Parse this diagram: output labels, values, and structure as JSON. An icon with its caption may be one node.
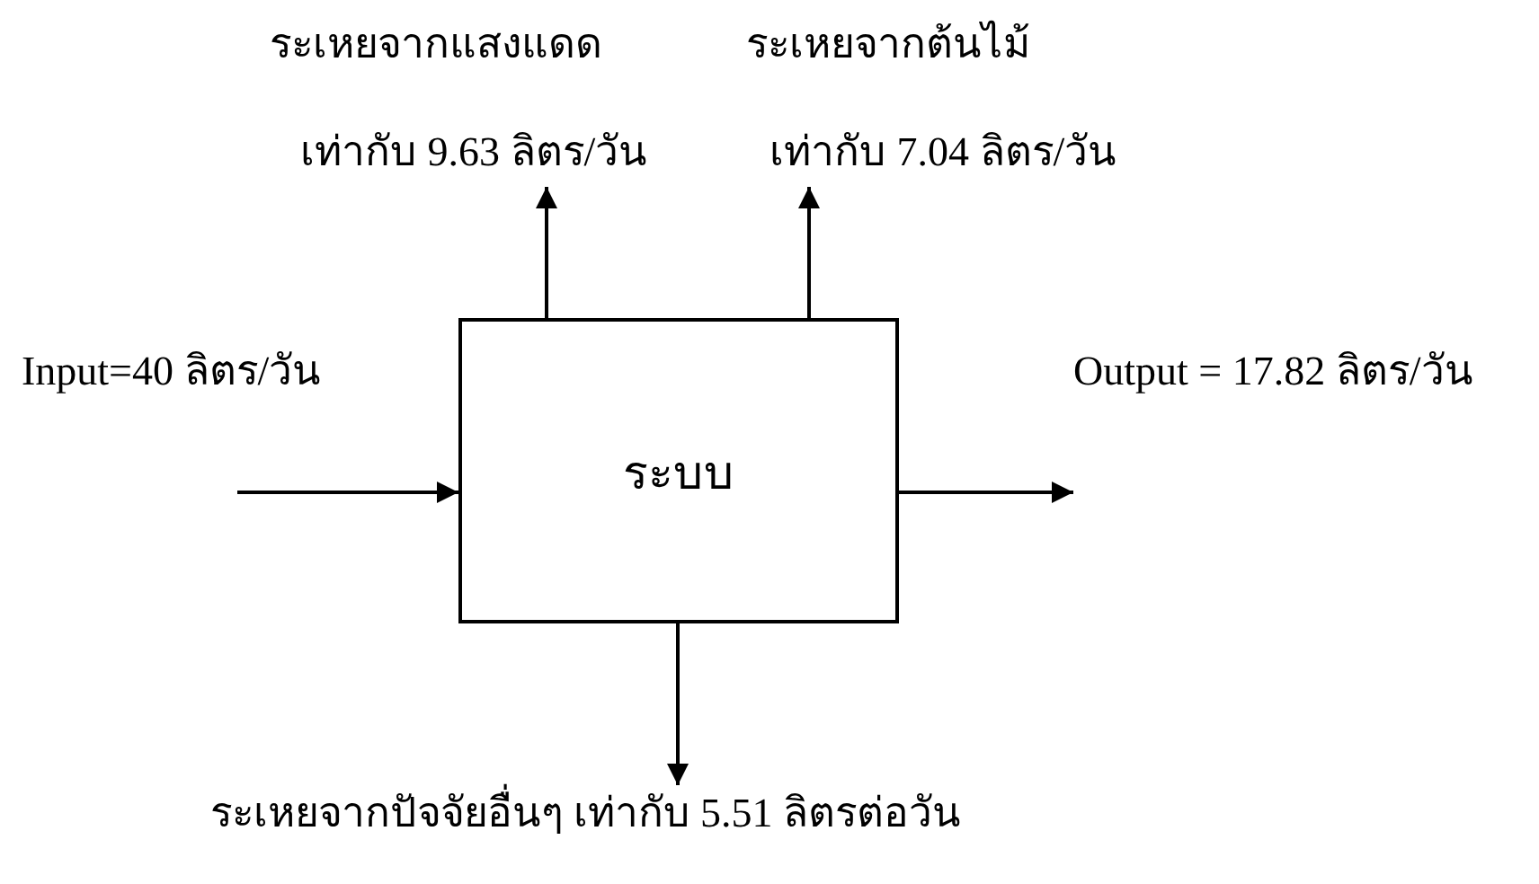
{
  "diagram": {
    "nodes": [
      {
        "text": [
          "ระบบ"
        ]
      },
      {
        "text": [
          "ระเหยจากแสงแดด",
          "เท่ากับ 9.63 ลิตร/วัน"
        ]
      },
      {
        "text": [
          "ระเหยจากต้นไม้",
          "เท่ากับ 7.04 ลิตร/วัน"
        ]
      },
      {
        "text": [
          "ระเหยจากปัจจัยอื่นๆ  เท่ากับ 5.51 ลิตรต่อวัน"
        ]
      }
    ],
    "edges": [
      {
        "from": null,
        "to": 0,
        "arrow": "to"
      },
      {
        "from": 0,
        "to": null,
        "arrow": "to"
      },
      {
        "from": 0,
        "to": 1,
        "arrow": "to"
      },
      {
        "from": 0,
        "to": 2,
        "arrow": "to"
      },
      {
        "from": 0,
        "to": 3,
        "arrow": "to"
      }
    ],
    "labels": [
      "Input=40 ลิตร/วัน",
      "Output = 17.82 ลิตร/วัน"
    ]
  }
}
